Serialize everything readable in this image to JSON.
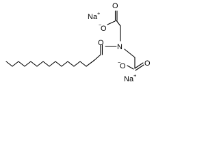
{
  "molecule": {
    "atoms": {
      "nitrogen": "N",
      "carboxyl_top_oxygen_double": "O",
      "carboxyl_top_oxygen_single": "O",
      "carboxyl_top_charge": "−",
      "amide_oxygen": "O",
      "carboxyl_bottom_oxygen_double": "O",
      "carboxyl_bottom_oxygen_single": "O",
      "carboxyl_bottom_charge": "−"
    },
    "counterions": [
      {
        "element": "Na",
        "charge": "+"
      },
      {
        "element": "Na",
        "charge": "+"
      }
    ]
  }
}
